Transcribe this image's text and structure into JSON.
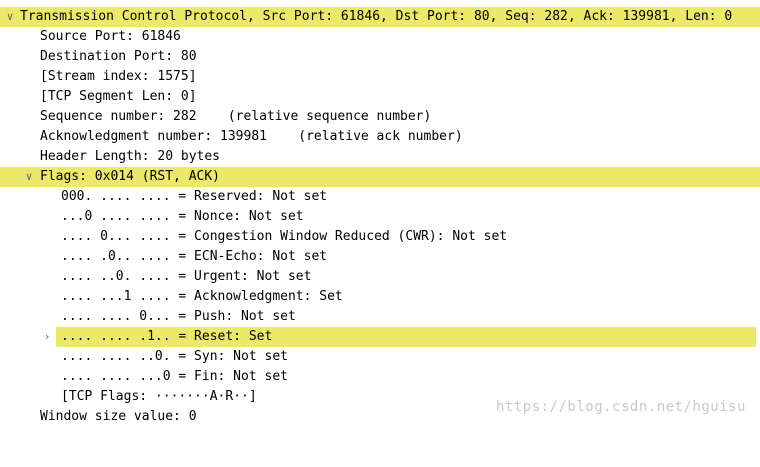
{
  "tree": {
    "header": "Transmission Control Protocol, Src Port: 61846, Dst Port: 80, Seq: 282, Ack: 139981, Len: 0",
    "fields": {
      "src_port": "Source Port: 61846",
      "dst_port": "Destination Port: 80",
      "stream_index": "[Stream index: 1575]",
      "segment_len": "[TCP Segment Len: 0]",
      "seq": "Sequence number: 282    (relative sequence number)",
      "ack": "Acknowledgment number: 139981    (relative ack number)",
      "header_len": "Header Length: 20 bytes",
      "flags": "Flags: 0x014 (RST, ACK)",
      "window": "Window size value: 0"
    },
    "flag_bits": {
      "reserved": "000. .... .... = Reserved: Not set",
      "nonce": "...0 .... .... = Nonce: Not set",
      "cwr": ".... 0... .... = Congestion Window Reduced (CWR): Not set",
      "ecn": ".... .0.. .... = ECN-Echo: Not set",
      "urgent": ".... ..0. .... = Urgent: Not set",
      "ack": ".... ...1 .... = Acknowledgment: Set",
      "push": ".... .... 0... = Push: Not set",
      "reset": ".... .... .1.. = Reset: Set",
      "syn": ".... .... ..0. = Syn: Not set",
      "fin": ".... .... ...0 = Fin: Not set",
      "tcp_flags": "[TCP Flags: ·······A·R··]"
    }
  },
  "icons": {
    "expanded": "chevron-down-icon",
    "collapsed": "chevron-right-icon"
  },
  "glyphs": {
    "expanded": "∨",
    "collapsed": "›"
  },
  "colors": {
    "highlight": "#ece96a",
    "watermark": "#c9c9c9"
  },
  "watermark": "https://blog.csdn.net/hguisu"
}
